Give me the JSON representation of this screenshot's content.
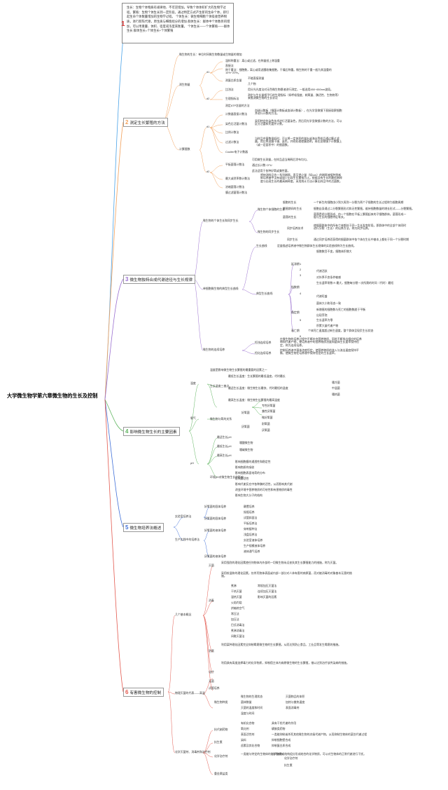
{
  "root": {
    "label": "大学微生物学第六章微生物的生长及控制"
  },
  "intro": {
    "num": "1",
    "text": "生长：生物个体物质有规律地、不可逆增加，导致个体体积扩大的生物学过程。繁殖：生物个体生长到一定阶段，通过特定方式产生新的生命个体，即引起生命个体数量增加的生物学过程。 个体生长：微生物细胞个体吸收营养物质，进行新陈代谢，原生质与细胞组分的增加 群体生长：群体中个体数目的增加，可以用重量、体积、密度或浓度来衡量。 个体生长——个体繁殖——群体生长 群体生长=个体生长+个体繁殖"
  },
  "branches": [
    {
      "num": "2",
      "label": "测定生长繁殖的方法",
      "color": "#f2a05a"
    },
    {
      "num": "3",
      "label": "微生物独特合成代谢途径与生长规律",
      "color": "#9a6fd0"
    },
    {
      "num": "4",
      "label": "影响微生物生长的主要因素",
      "color": "#5fb55f"
    },
    {
      "num": "5",
      "label": "微生物培养法概述",
      "color": "#3f6fd8"
    },
    {
      "num": "6",
      "label": "有害微生物的控制",
      "color": "#e3594f"
    }
  ],
  "b2": {
    "items": [
      "微生物的生长：单位时间微生物数量或生物量的增加",
      "测生物量",
      "计繁殖数",
      "d1",
      "d2",
      "d1",
      "d2",
      "湿样称重法：离心或过滤，在称量纸上称湿重",
      "直接法",
      "称干重法：细胞数，离心或用滤膜收集细胞，干燥后称重。微生物的干重一般为其湿重的10%~20%。",
      "测蛋白质含量",
      "不能直接测量",
      "几个物",
      "比浊法",
      "用分光光度法对无色微生物悬液进行测定，一般选用450~650nm波段。",
      "生理指标法",
      "测定与生长量相平行的生理指标（如呼吸强度、耗氧量、酶活性、生物热等）来推测微生物的生长状况",
      "测定ATP含量的方法",
      "计数器直接计数法",
      "血球计数板（细菌计数板或血球计数板），在光学显微镜下直接观察细胞并进行计数的方法。",
      "染色后活菌计数法",
      "采用特定的染色技术进行活菌染色，然后用光学显微镜计数的方法，可以区分活菌和死菌并计数。",
      "比例计数法",
      "过滤计数法",
      "当样品中菌数很低时，可以将一定体积的湖水或海水等样品通过膜过滤器，然后将滤膜干燥、染色，并经处理使膜透明，再在显微镜下计数膜上（或一定面积中）的细菌数。",
      "Coulter电子计数器",
      "平板菌落计数法",
      "可用做生长测量，在样品适当稀释后涂布均匀，",
      "通过长计数 CFU",
      "此法适用于各种好氧或兼性菌。",
      "最大或然率数计数法",
      "将待测样品作一系列稀释，直至把少量（如1ml）的稀释液接种到新鲜培养基中没有或极少出现生长繁殖为止。根据没有生长的最低稀释度与出现生长的最高稀释度，采用统计方法计算出样品中的活菌数。",
      "浓缩菌落计数法",
      "膜过滤菌落计数法"
    ]
  },
  "b3": {
    "items": [
      "微生物的个体生长和同步生长",
      "单细胞微生物的典型生长曲线",
      "微生物的连续培养",
      "微生物个体细胞的生长",
      "微生物的同步生长",
      "细胞的生长",
      "一个新生的细胞由小到大再到一分裂为两个子细胞的生长过程称为细胞周期",
      "繁殖期间的生长",
      "细胞自身通过二分裂繁殖形式和无性繁殖，维持细胞数量的增长形式——分裂繁殖。",
      "菌落的生长",
      "菌落是经分裂形成、由一个细胞在平板上繁殖起来的子细胞群体。菌落形成一般与生长的细胞特征有关。",
      "同步培养技术",
      "使细菌群体中的所有个体都处于同一生长发育阶段，即群体中的全部个体同时进行分裂（生长）的培养方法，称为同步培养。",
      "同步生长",
      "通过同步培养而获得的细菌群体中各个体在生长中基本上都处于同一个分裂时期",
      "生长曲线",
      "定量描述培养液中微生物群体生长规律的实验曲线称为生长曲线。",
      "典型生长曲线",
      "延滞期",
      "细胞数目不变，细胞体积增大",
      "代谢活跃",
      "对外界不良条件敏感",
      "指数期",
      "生长速率常数 R 最大，细胞每分裂一次所需的时间（代时）最短",
      "代谢旺盛",
      "菌体大小和形态一致",
      "稳定期",
      "新增殖的细胞数与死亡的细胞数趋于平衡",
      "出现芽孢",
      "生长速率为零",
      "积累大量代谢产物",
      "衰亡期",
      "个体死亡速度超过新生速度，整个群体呈现负生长状态",
      "1",
      "2",
      "3",
      "4",
      "5",
      "6",
      "恒浊连续培养",
      "恒化连续培养",
      "在微生物的培养过程中不断补充营养物质，同时不断排出相应的培养物和代谢产物，使培养液中的营养物质浓度和菌体生长速率保持恒定，称为连续培养。",
      "控制培养液中菌体浓度恒定，使营养物质的流入与流出速度保持平衡，使微生物在培养液中保持恒定的生长速率。"
    ]
  },
  "b4": {
    "items": [
      "温度",
      "氧气",
      "pH",
      "温度是影响微生物生长繁殖的最重要的因素之一",
      "生长温度三基点",
      "最低生长温度：生长繁殖的最低温度，代时最长",
      "最适生长温度：微生物生长最快、代时最短的温度",
      "最高生长温度：微生物生长繁殖的最高温度",
      "嗜冷菌",
      "中温菌",
      "嗜热菌",
      "微生物与氧的关系",
      "好氧菌",
      "专性好氧菌",
      "兼性厌氧菌",
      "微好氧菌",
      "厌氧菌",
      "耐氧菌",
      "厌氧菌",
      "最适生长pH",
      "最低生长pH",
      "最高生长pH",
      "嗜酸微生物",
      "嗜碱微生物",
      "环境pH对微生物生长的影响",
      "影响细胞膜的通透性和稳定性",
      "影响物质的吸收",
      "影响细胞表面电荷的分布",
      "影响酶活性",
      "影响代谢反应中各种酶的活性，从而影响其代谢",
      "改变环境中营养物质的可给性和有害物质的毒性",
      "影响生物大分子的结构"
    ]
  },
  "b5": {
    "items": [
      "实验室培养法",
      "生产实践中的培养法",
      "好氧菌的固体培养",
      "厌氧菌的固体培养",
      "好氧菌的液体培养",
      "厌氧菌的液体培养",
      "静置培养",
      "摇瓶培养",
      "试管斜面法",
      "平板培养法",
      "穿刺接种法",
      "浅盘培养法",
      "实验室液体培养",
      "生产规模液体培养",
      "液体通气培养"
    ]
  },
  "b6": {
    "items": [
      "几个基本概念",
      "物理灭菌的代表——高温",
      "化学灭菌剂、消毒剂和治疗剂",
      "灭菌",
      "消毒",
      "防腐",
      "化疗",
      "无菌",
      "试管培养",
      "采用强烈的理化因素使任何物体内外部的一切微生物永远丧失其生长繁殖能力的措施，称为灭菌。",
      "采用较温和的理化因素，仅杀死物体表面或内部一部分对人体有害的病原菌，而对被消毒的对象基本无害的措施。",
      "利用某种理化因素完全抑制霉腐微生物的生长繁殖，从而达到防止食品、工业品等发生霉腐的措施。",
      "利用具有高度选择毒力的化学物质，抑制宿主体内病原微生物的生长繁殖，借以达到治疗该传染病的措施。",
      "煮沸",
      "干热灭菌",
      "湿热灭菌",
      "火焰灼烧",
      "烘箱热空气",
      "常压法",
      "加压法",
      "巴氏消毒法",
      "煮沸消毒法",
      "间歇灭菌法",
      "常规加压灭菌法",
      "连续加压灭菌法",
      "影响灭菌的因素",
      "微生物种类",
      "微生物的生理状态",
      "菌体数量",
      "灭菌的温度和时间",
      "温度与时间",
      "灭菌物品的体积",
      "加热与散热速度",
      "表面消毒剂",
      "抗代谢药物",
      "抗生素",
      "化学治疗剂",
      "重金属盐类",
      "有机化合物",
      "氧化剂",
      "表面活性剂",
      "染料",
      "卤素及其化合物",
      "具有干扰代谢的作用",
      "磺胺类药物",
      "一类能抑制或杀死其他微生物的次级代谢产物，从而抑制生物体的某些代谢过程",
      "抑制细胞壁合成",
      "抑制蛋白质合成",
      "一类能与特定的生物体的化学物质或结构组分形成结合的化学物质，可以对生物体的正常代谢进行干扰。",
      "抗代谢物",
      "化学治疗剂",
      "抗生素"
    ]
  }
}
